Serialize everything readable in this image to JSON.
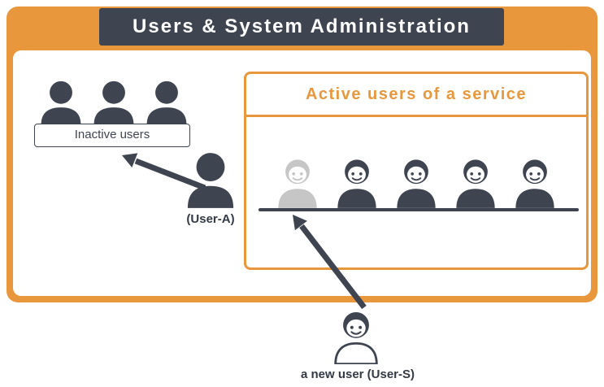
{
  "diagram": {
    "title": "Users & System Administration",
    "inactive": {
      "label": "Inactive users",
      "user_a_label": "(User-A)"
    },
    "active_box": {
      "title": "Active users of a service"
    },
    "new_user": {
      "label": "a new user (User-S)"
    },
    "colors": {
      "orange": "#E8973D",
      "dark": "#3E4450",
      "faded_gray": "#C6C6C6",
      "background": "#FFFFFF"
    },
    "icons": {
      "inactive_silhouettes": [
        "user-silhouette-icon",
        "user-silhouette-icon",
        "user-silhouette-icon"
      ],
      "user_a": "user-silhouette-icon",
      "active_users": [
        "faded-user-icon",
        "active-user-icon",
        "active-user-icon",
        "active-user-icon",
        "active-user-icon"
      ],
      "new_user": "new-user-icon",
      "arrows": [
        "arrow-user-a-to-inactive",
        "arrow-new-user-to-active"
      ]
    }
  }
}
